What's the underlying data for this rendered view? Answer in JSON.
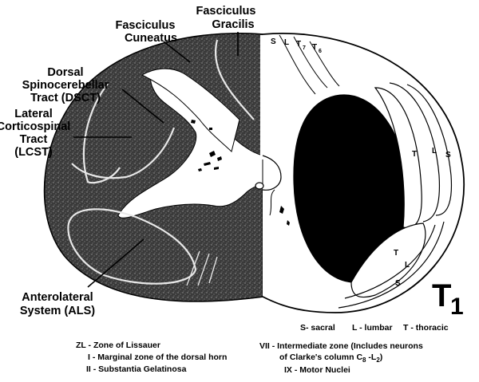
{
  "labels": {
    "fasciculus_cuneatus": [
      "Fasciculus",
      "Cuneatus"
    ],
    "fasciculus_gracilis": [
      "Fasciculus",
      "Gracilis"
    ],
    "dsct": [
      "Dorsal",
      "Spinocerebellar",
      "Tract (DSCT)"
    ],
    "lcst": [
      "Lateral",
      "Corticospinal",
      "Tract",
      "(LCST)"
    ],
    "als": [
      "Anterolateral",
      "System (ALS)"
    ]
  },
  "right_labels": {
    "top": [
      "S",
      "L",
      "T",
      "7",
      "T",
      "6"
    ],
    "posterior": [
      "T",
      "L",
      "S"
    ],
    "anterior": [
      "T",
      "L",
      "S"
    ]
  },
  "segment": {
    "letter": "T",
    "number": "1"
  },
  "key_line": {
    "s": "S- sacral",
    "l": "L - lumbar",
    "t": "T - thoracic"
  },
  "legend_left": [
    "ZL - Zone of Lissauer",
    "I - Marginal zone of the dorsal horn",
    "II - Substantia Gelatinosa"
  ],
  "legend_right": {
    "vii_line1": "VII - Intermediate zone (Includes neurons",
    "vii_line2_prefix": "of Clarke's column C",
    "vii_sub1": "8",
    "vii_mid": " -L",
    "vii_sub2": "2",
    "vii_suffix": ")",
    "ix": "IX - Motor Nuclei"
  }
}
